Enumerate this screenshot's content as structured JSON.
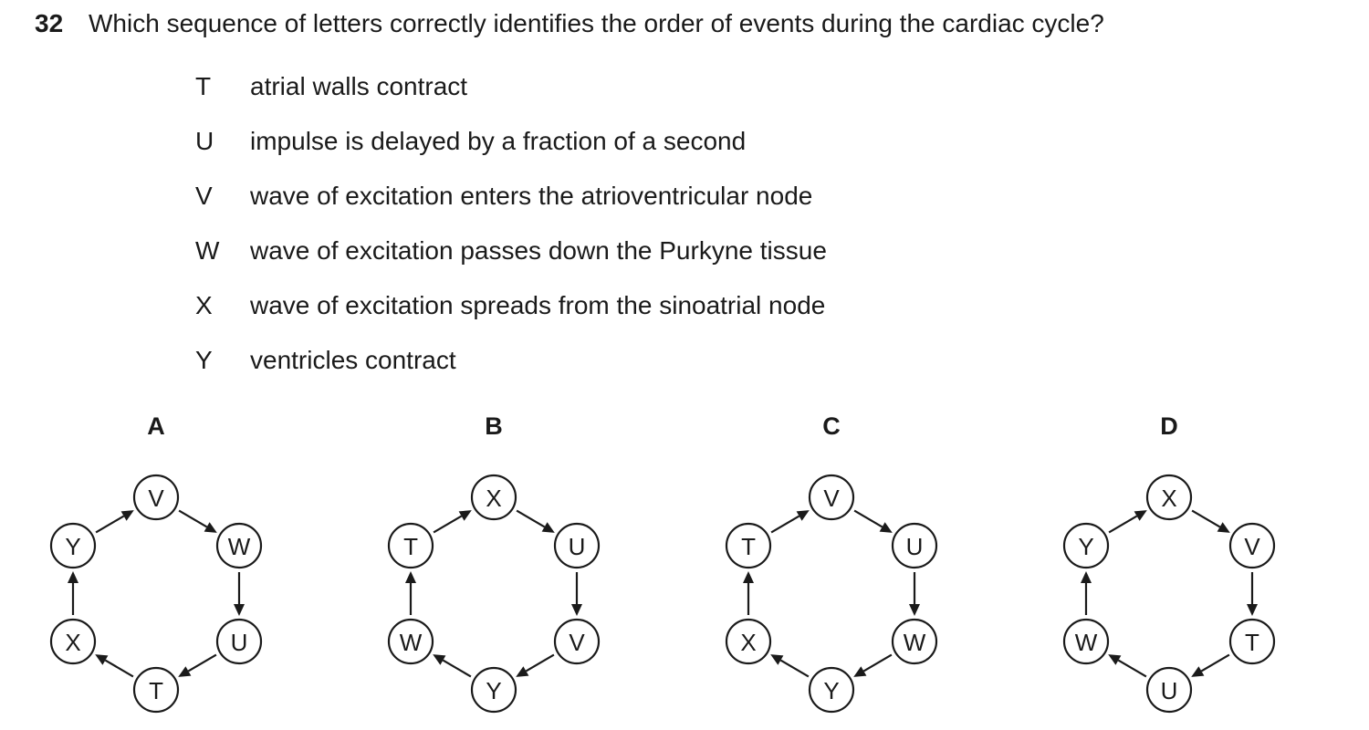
{
  "question": {
    "number": "32",
    "text": "Which sequence of letters correctly identifies the order of events during the cardiac cycle?"
  },
  "events": [
    {
      "letter": "T",
      "text": "atrial walls contract"
    },
    {
      "letter": "U",
      "text": "impulse is delayed by a fraction of a second"
    },
    {
      "letter": "V",
      "text": "wave of excitation enters the atrioventricular node"
    },
    {
      "letter": "W",
      "text": "wave of excitation passes down the Purkyne tissue"
    },
    {
      "letter": "X",
      "text": "wave of excitation spreads from the sinoatrial node"
    },
    {
      "letter": "Y",
      "text": "ventricles contract"
    }
  ],
  "options": [
    {
      "label": "A",
      "sequence": [
        "V",
        "W",
        "U",
        "T",
        "X",
        "Y"
      ]
    },
    {
      "label": "B",
      "sequence": [
        "X",
        "U",
        "V",
        "Y",
        "W",
        "T"
      ]
    },
    {
      "label": "C",
      "sequence": [
        "V",
        "U",
        "W",
        "Y",
        "X",
        "T"
      ]
    },
    {
      "label": "D",
      "sequence": [
        "X",
        "V",
        "T",
        "U",
        "W",
        "Y"
      ]
    }
  ]
}
